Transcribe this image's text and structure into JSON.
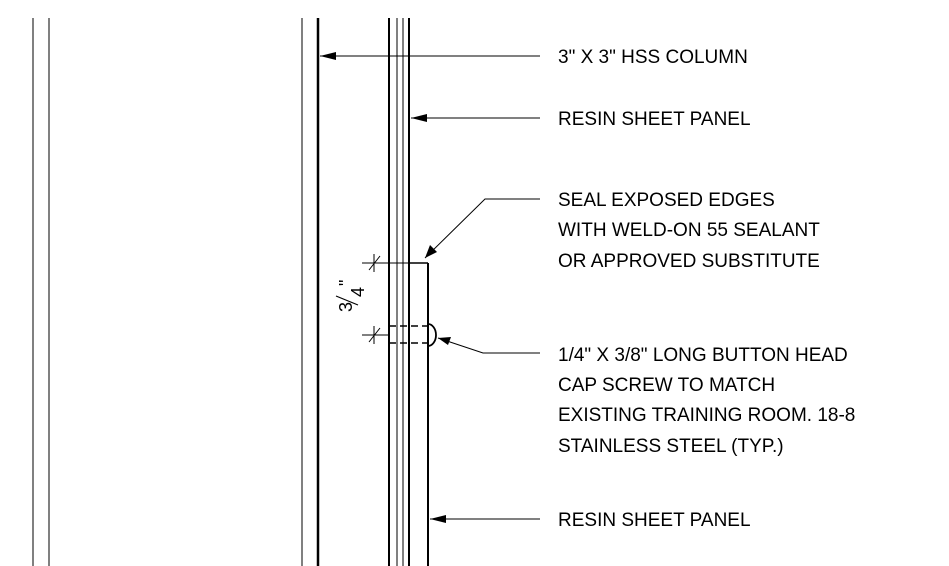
{
  "drawing": {
    "callouts": [
      {
        "id": "hss-column",
        "lines": [
          "3\" X 3\" HSS COLUMN"
        ]
      },
      {
        "id": "resin-panel-upper",
        "lines": [
          "RESIN SHEET PANEL"
        ]
      },
      {
        "id": "seal-edges",
        "lines": [
          "SEAL EXPOSED EDGES",
          "WITH WELD-ON 55 SEALANT",
          "OR APPROVED SUBSTITUTE"
        ]
      },
      {
        "id": "cap-screw",
        "lines": [
          "1/4\" X 3/8\" LONG BUTTON HEAD",
          "CAP SCREW TO MATCH",
          "EXISTING TRAINING ROOM. 18-8",
          "STAINLESS STEEL (TYP.)"
        ]
      },
      {
        "id": "resin-panel-lower",
        "lines": [
          "RESIN SHEET PANEL"
        ]
      }
    ],
    "dimension": {
      "numerator": "3",
      "denominator": "4",
      "unit": "\""
    }
  }
}
